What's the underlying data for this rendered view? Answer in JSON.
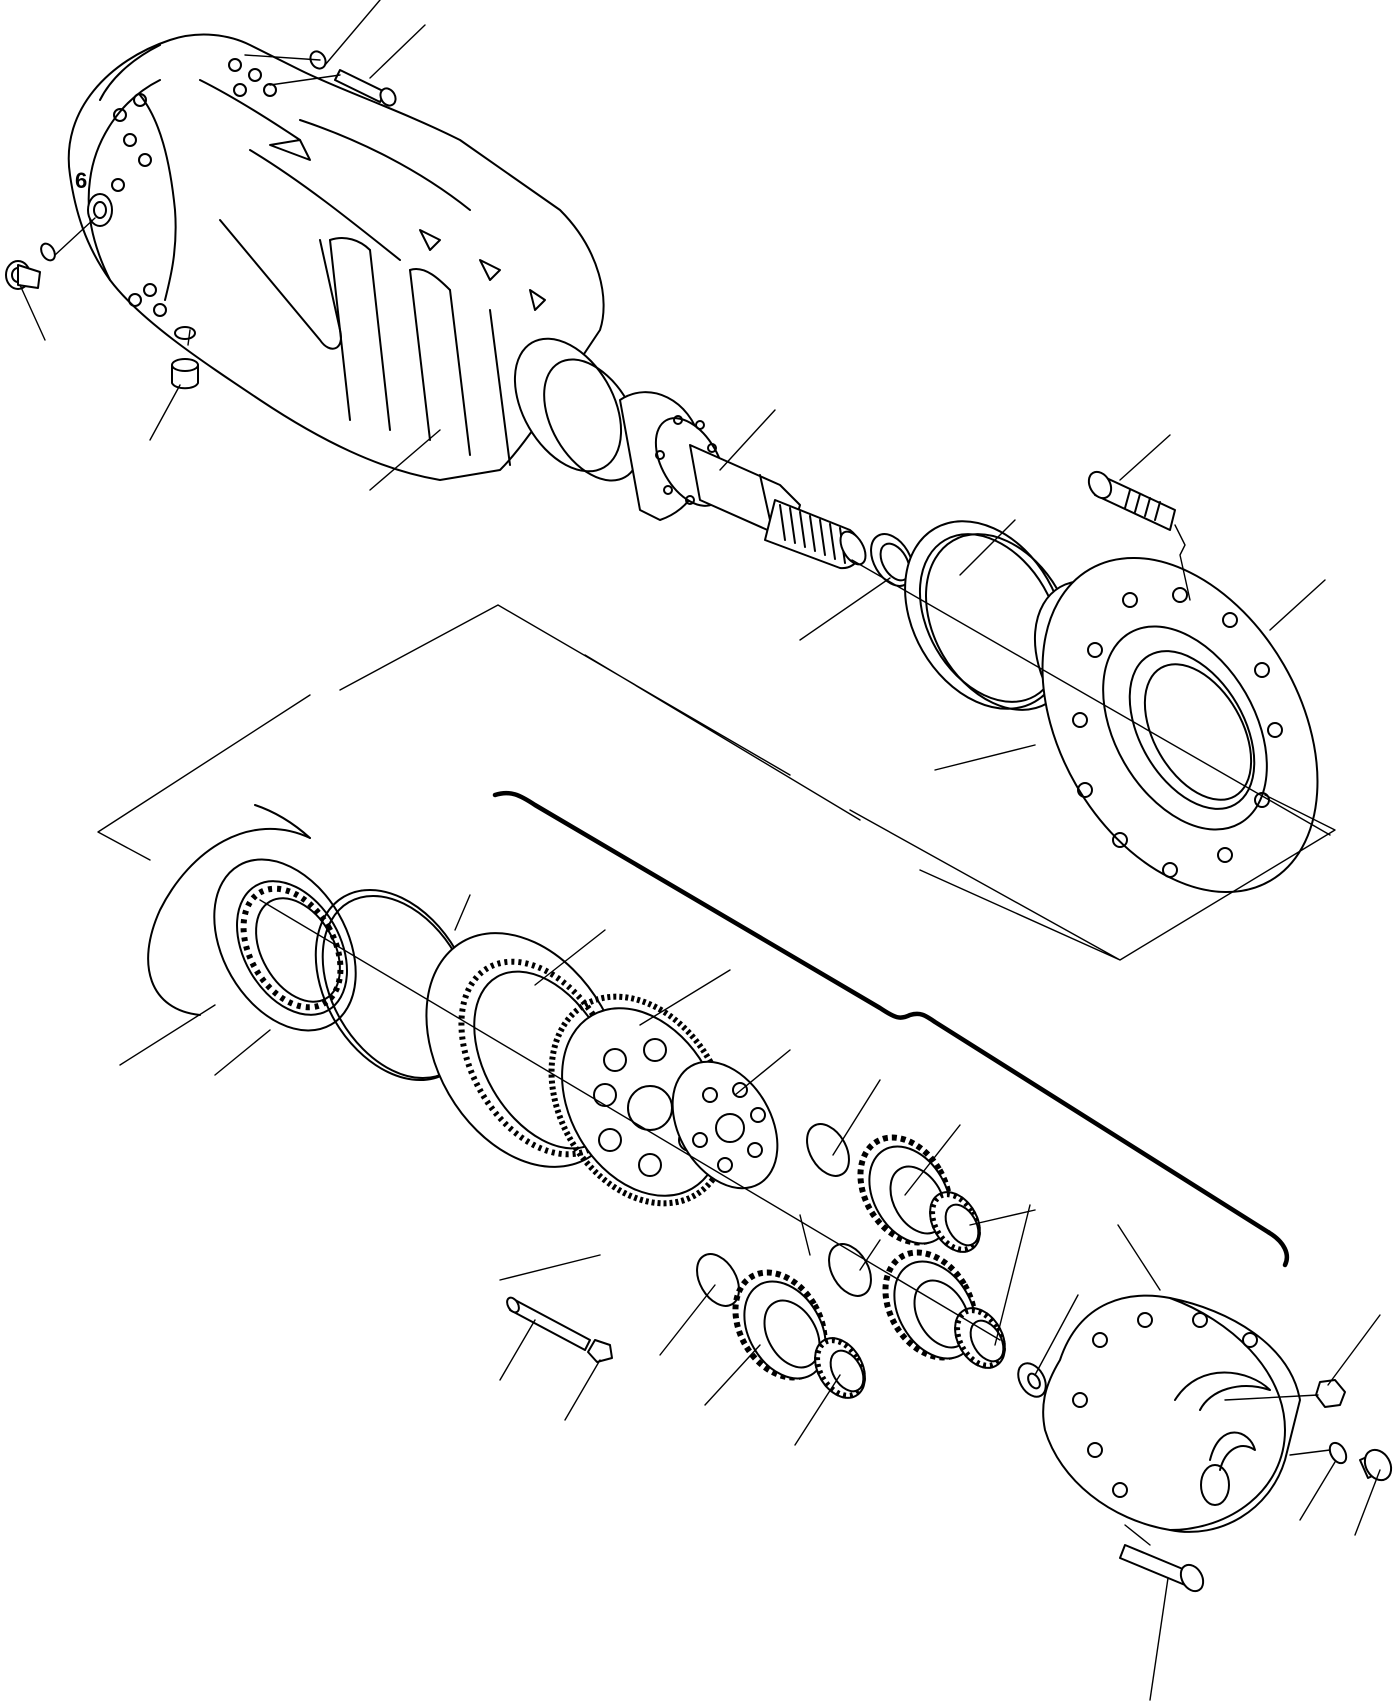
{
  "figure": {
    "type": "exploded-parts-diagram",
    "annotations": [
      {
        "id": "housing-mark",
        "text": "6"
      }
    ]
  }
}
